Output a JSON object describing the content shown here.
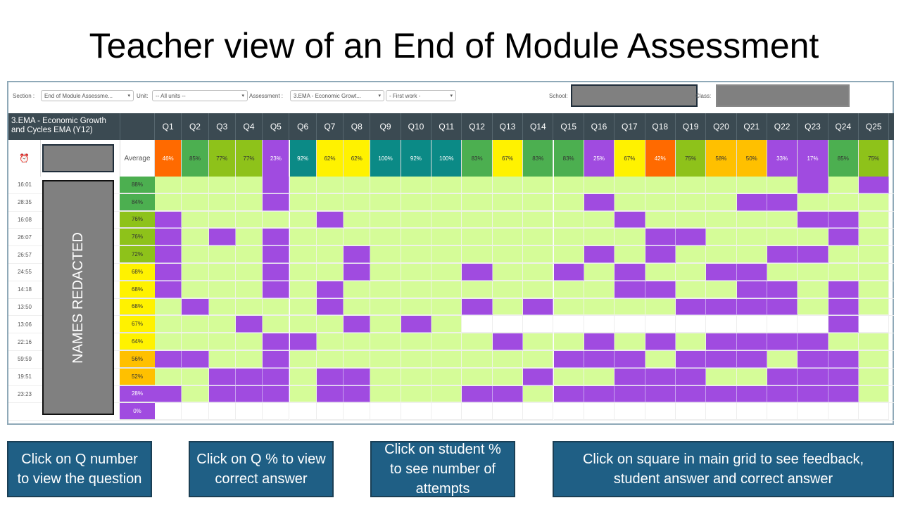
{
  "title": "Teacher view of an End of Module Assessment",
  "filters": {
    "section_label": "Section :",
    "section_value": "End of Module Assessme...",
    "unit_label": "Unit:",
    "unit_value": "-- All units --",
    "assessment_label": "Assessment :",
    "assessment_value": "3.EMA - Economic Growt...",
    "attempt_value": "- First work -",
    "school_label": "School:",
    "class_label": "Class:"
  },
  "table": {
    "assessment_title": "3.EMA - Economic Growth and Cycles EMA (Y12)",
    "average_label": "Average",
    "questions": [
      "Q1",
      "Q2",
      "Q3",
      "Q4",
      "Q5",
      "Q6",
      "Q7",
      "Q8",
      "Q9",
      "Q10",
      "Q11",
      "Q12",
      "Q13",
      "Q14",
      "Q15",
      "Q16",
      "Q17",
      "Q18",
      "Q19",
      "Q20",
      "Q21",
      "Q22",
      "Q23",
      "Q24",
      "Q25"
    ],
    "question_averages": [
      "46%",
      "85%",
      "77%",
      "77%",
      "23%",
      "92%",
      "62%",
      "62%",
      "100%",
      "92%",
      "100%",
      "83%",
      "67%",
      "83%",
      "83%",
      "25%",
      "67%",
      "42%",
      "75%",
      "58%",
      "50%",
      "33%",
      "17%",
      "85%",
      "75%"
    ],
    "question_average_colors": [
      "#ff6a00",
      "#4caf50",
      "#8ec21a",
      "#8ec21a",
      "#a04be0",
      "#0b8a86",
      "#fff200",
      "#fff200",
      "#0b8a86",
      "#0b8a86",
      "#0b8a86",
      "#4caf50",
      "#fff200",
      "#4caf50",
      "#4caf50",
      "#a04be0",
      "#fff200",
      "#ff6a00",
      "#8ec21a",
      "#ffc000",
      "#ffc000",
      "#a04be0",
      "#a04be0",
      "#4caf50",
      "#8ec21a"
    ],
    "names_redacted": "NAMES REDACTED",
    "students": [
      {
        "time": "16:01",
        "score": "88%",
        "color": "#4caf50",
        "answers": "ggggpgggggggggggggggggpgp"
      },
      {
        "time": "28:35",
        "score": "84%",
        "color": "#4caf50",
        "answers": "ggggpggggggggggpggggppggg"
      },
      {
        "time": "16:08",
        "score": "76%",
        "color": "#8ec21a",
        "answers": "pgggggpgggggggggpgggggppgp"
      },
      {
        "time": "26:07",
        "score": "76%",
        "color": "#8ec21a",
        "answers": "pgpgpggggggggggggppggggpgg"
      },
      {
        "time": "26:57",
        "score": "72%",
        "color": "#8ec21a",
        "answers": "pgggpggpgggggggpgpgggppgg"
      },
      {
        "time": "24:55",
        "score": "68%",
        "color": "#fff200",
        "answers": "pgggpggpgggpggpgpggppggg"
      },
      {
        "time": "14:18",
        "score": "68%",
        "color": "#fff200",
        "answers": "pgggpgpgggggggggppggppgpgg"
      },
      {
        "time": "13:50",
        "score": "68%",
        "color": "#fff200",
        "answers": "gpggggpggggpgpggggppppgpgg"
      },
      {
        "time": "13:06",
        "score": "67%",
        "color": "#fff200",
        "answers": "gggpgggpgpgwwwwwwwwwwwwpw"
      },
      {
        "time": "22:16",
        "score": "64%",
        "color": "#fff200",
        "answers": "ggggppggggggpggpgpgppppgg"
      },
      {
        "time": "59:59",
        "score": "56%",
        "color": "#ffc000",
        "answers": "ppggpgggggggggpppgpppgppgg"
      },
      {
        "time": "19:51",
        "score": "52%",
        "color": "#ffc000",
        "answers": "ggpppgppgggggpggpppggpppg"
      },
      {
        "time": "23:23",
        "score": "28%",
        "color": "#a04be0",
        "answers": "pgpppgppgggppgppppppppppgp"
      },
      {
        "time": "",
        "score": "0%",
        "color": "#a04be0",
        "answers": "wwwwwwwwwwwwwwwwwwwwwwwww"
      }
    ]
  },
  "colors": {
    "correct": "#d5fc98",
    "incorrect": "#a04be0",
    "unanswered": "#ffffff",
    "header": "#3b4a52",
    "callout": "#1f5f85"
  },
  "callouts": [
    "Click on Q number to view the question",
    "Click on Q  % to view correct answer",
    "Click on student % to see number of attempts",
    "Click on square in main grid to see feedback, student answer and correct answer"
  ]
}
